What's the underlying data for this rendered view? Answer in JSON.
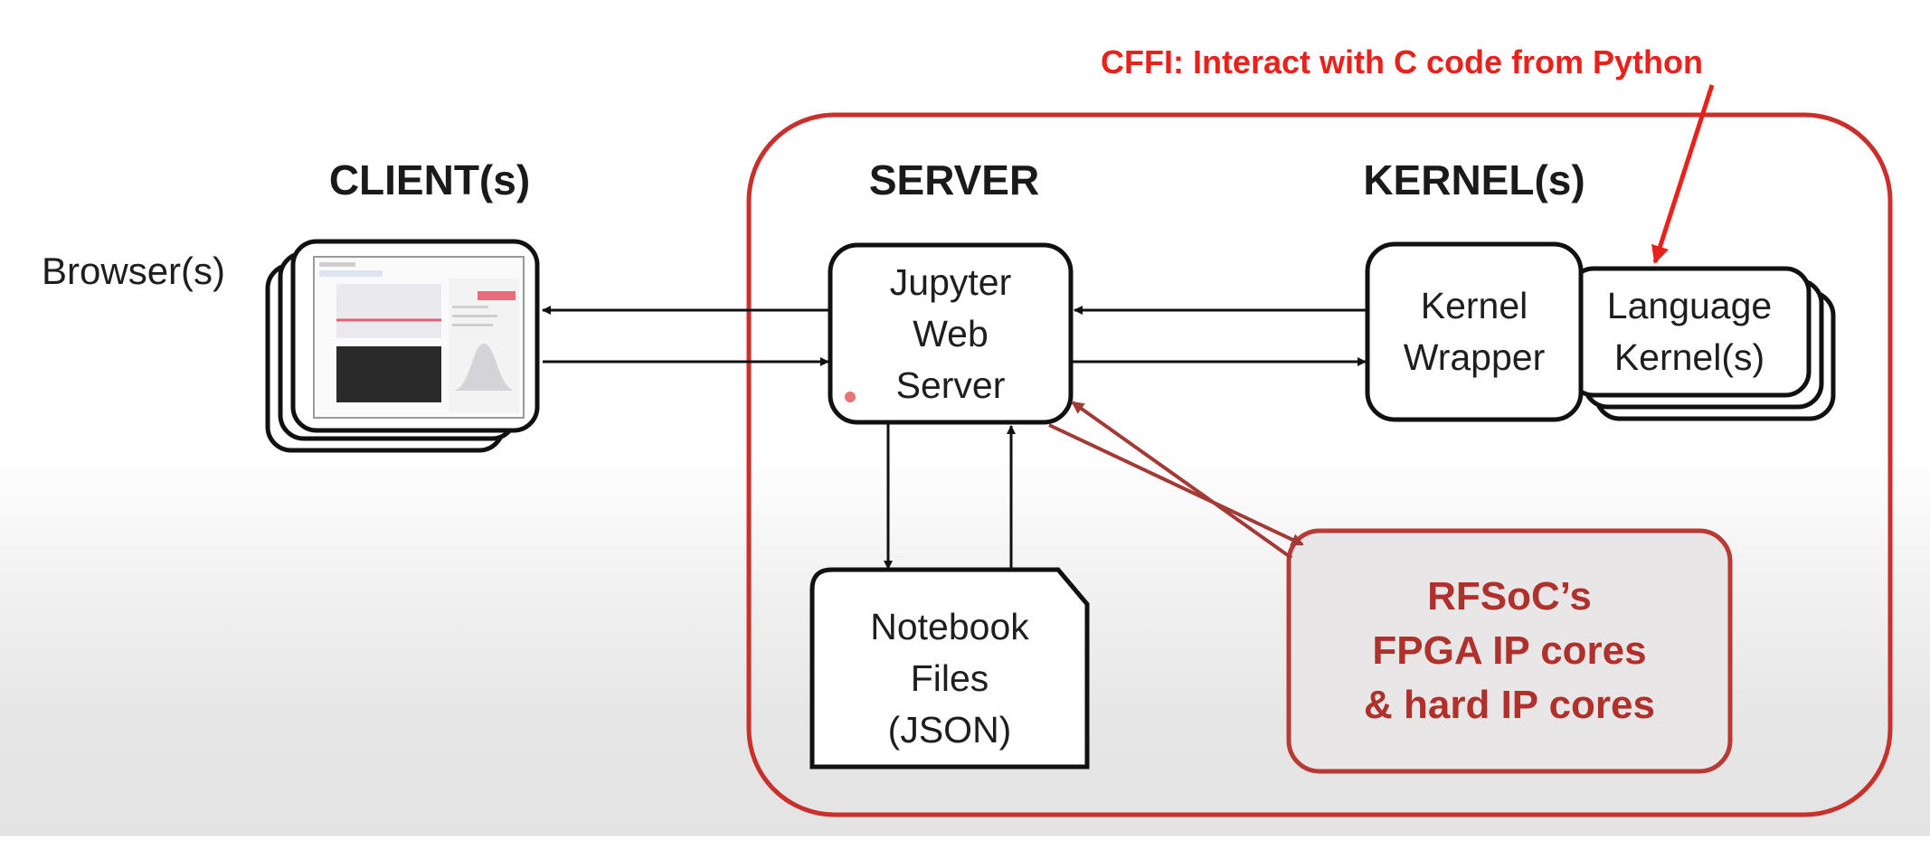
{
  "annotation": {
    "text": "CFFI: Interact with C code from Python",
    "color": "#e8221b"
  },
  "headings": {
    "clients": "CLIENT(s)",
    "server": "SERVER",
    "kernels": "KERNEL(s)"
  },
  "client": {
    "label": "Browser(s)"
  },
  "server_box": {
    "lines": [
      "Jupyter",
      "Web",
      "Server"
    ]
  },
  "kernel_wrapper": {
    "lines": [
      "Kernel",
      "Wrapper"
    ]
  },
  "language_kernel": {
    "lines": [
      "Language",
      "Kernel(s)"
    ]
  },
  "notebook": {
    "lines": [
      "Notebook",
      "Files",
      "(JSON)"
    ]
  },
  "fpga": {
    "lines": [
      "RFSoC’s",
      "FPGA IP cores",
      "& hard IP cores"
    ],
    "color": "#b0312b"
  },
  "colors": {
    "outline": "#111111",
    "server_region": "#c9302c",
    "fpga_border": "#b83a35",
    "fpga_fill": "#e8e6e6"
  }
}
